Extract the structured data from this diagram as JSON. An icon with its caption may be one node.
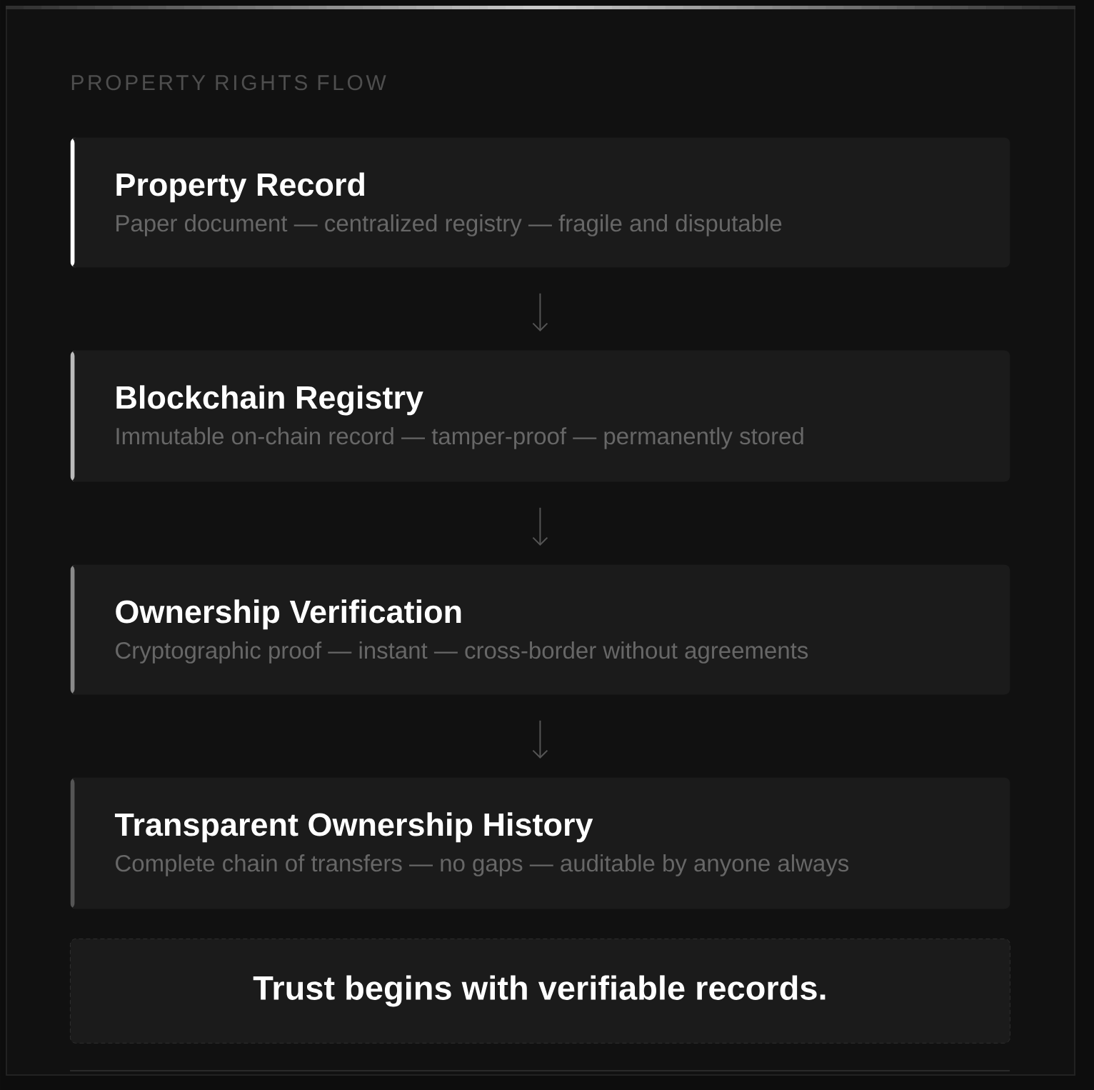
{
  "diagram": {
    "title": "PROPERTY RIGHTS FLOW",
    "nodes": [
      {
        "text": [
          "Property Record",
          "Paper document — centralized registry — fragile and disputable"
        ]
      },
      {
        "text": [
          "Blockchain Registry",
          "Immutable on-chain record — tamper-proof — permanently stored"
        ]
      },
      {
        "text": [
          "Ownership Verification",
          "Cryptographic proof — instant — cross-border without agreements"
        ]
      },
      {
        "text": [
          "Transparent Ownership History",
          "Complete chain of transfers — no gaps — auditable by anyone always"
        ]
      },
      {
        "text": [
          "Trust begins with verifiable records."
        ]
      }
    ],
    "edges": [
      {
        "from": 0,
        "to": 1,
        "arrow": "to"
      },
      {
        "from": 1,
        "to": 2,
        "arrow": "to"
      },
      {
        "from": 2,
        "to": 3,
        "arrow": "to"
      }
    ]
  }
}
